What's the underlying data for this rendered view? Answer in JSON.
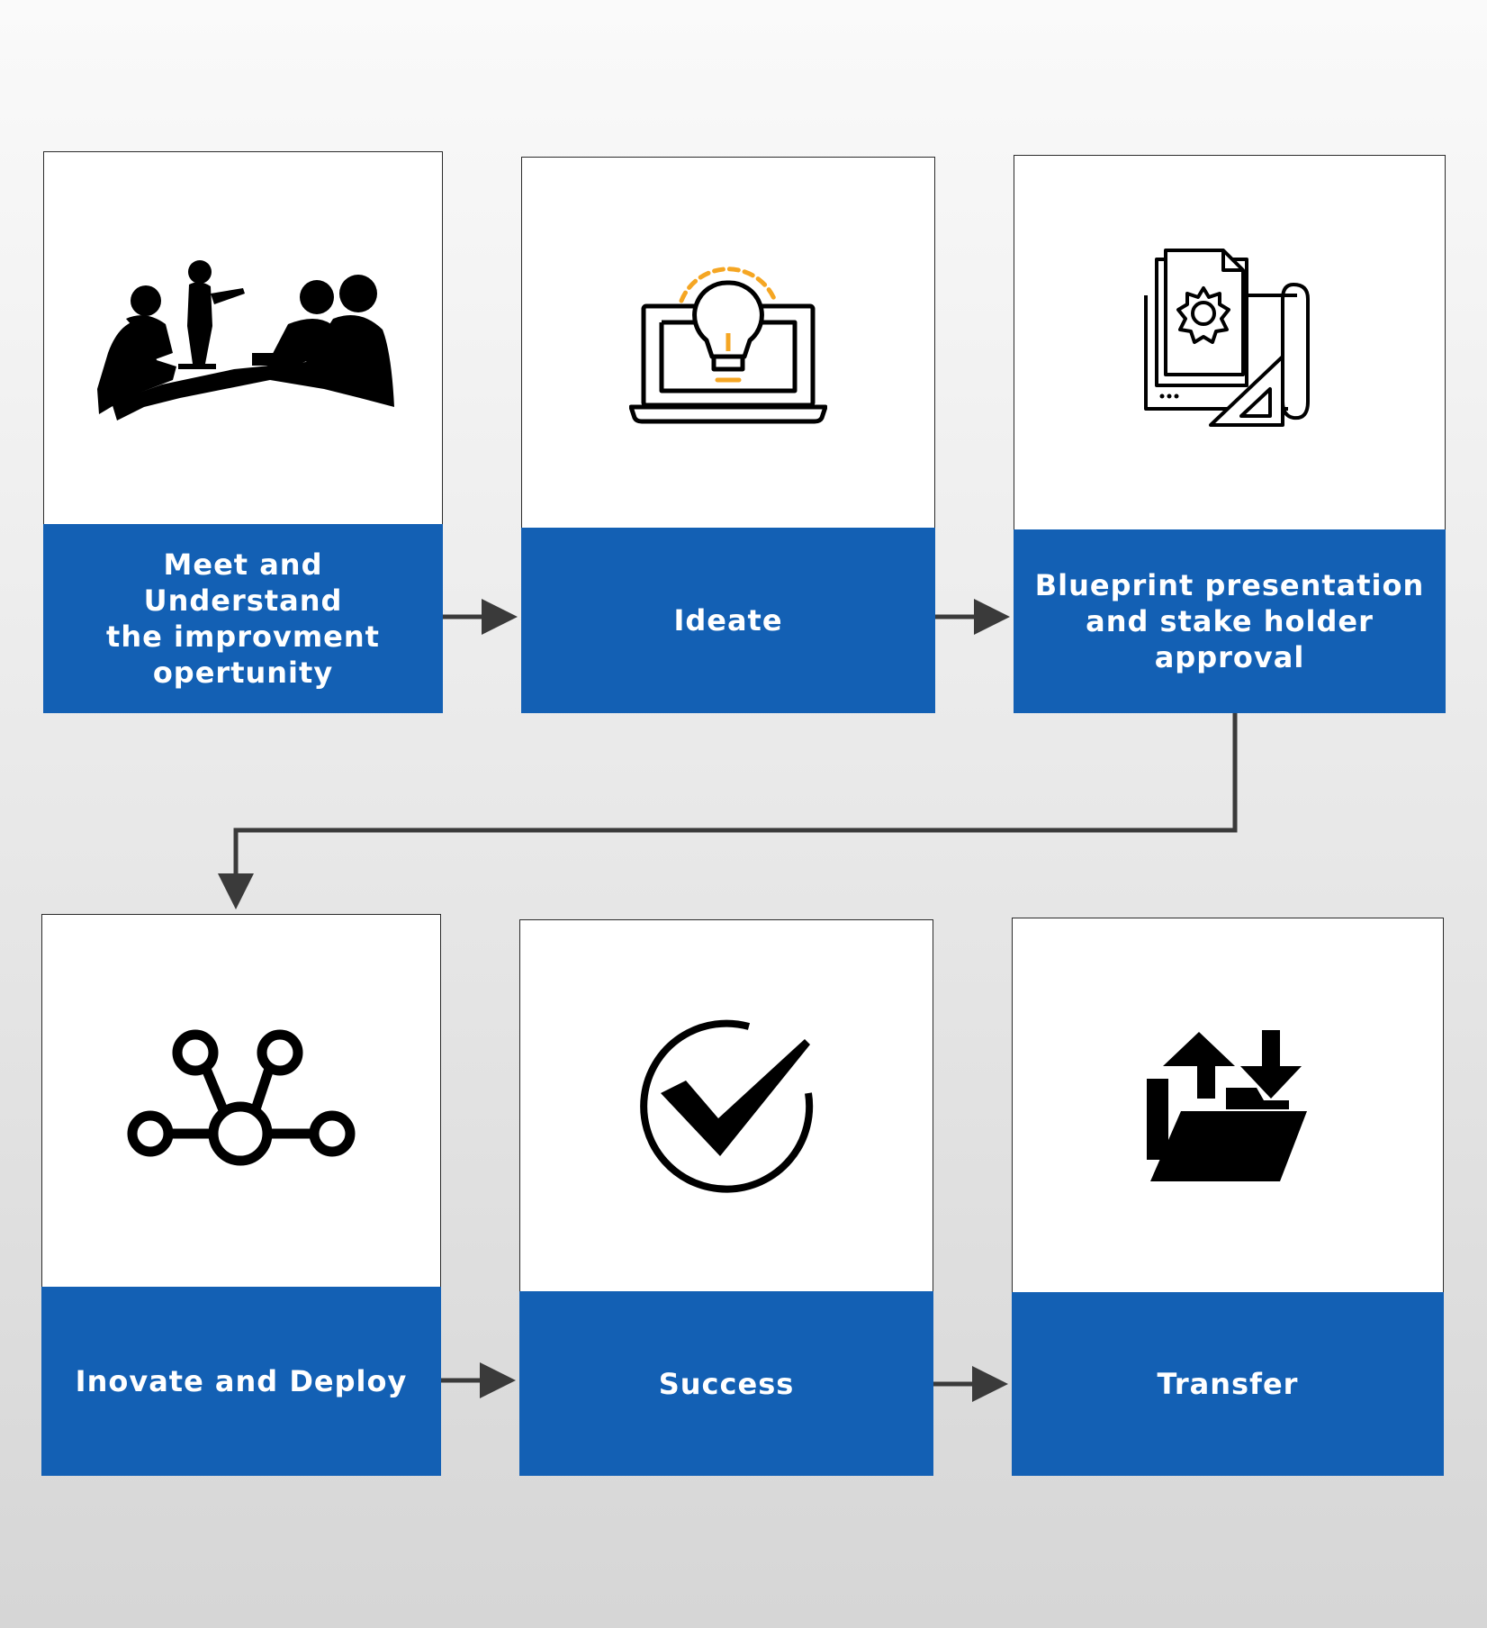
{
  "steps": [
    {
      "label": "Meet and Understand\nthe improvment\nopertunity",
      "icon": "business-meeting-silhouette-icon"
    },
    {
      "label": "Ideate",
      "icon": "laptop-lightbulb-icon"
    },
    {
      "label": "Blueprint presentation\nand stake holder\napproval",
      "icon": "blueprint-document-icon"
    },
    {
      "label": "Inovate and Deploy",
      "icon": "network-nodes-icon"
    },
    {
      "label": "Success",
      "icon": "check-circle-icon"
    },
    {
      "label": "Transfer",
      "icon": "folder-transfer-icon"
    }
  ],
  "colors": {
    "accent": "#1360b4",
    "arrow": "#3a3a3a",
    "bulb_glow": "#f5a623"
  }
}
